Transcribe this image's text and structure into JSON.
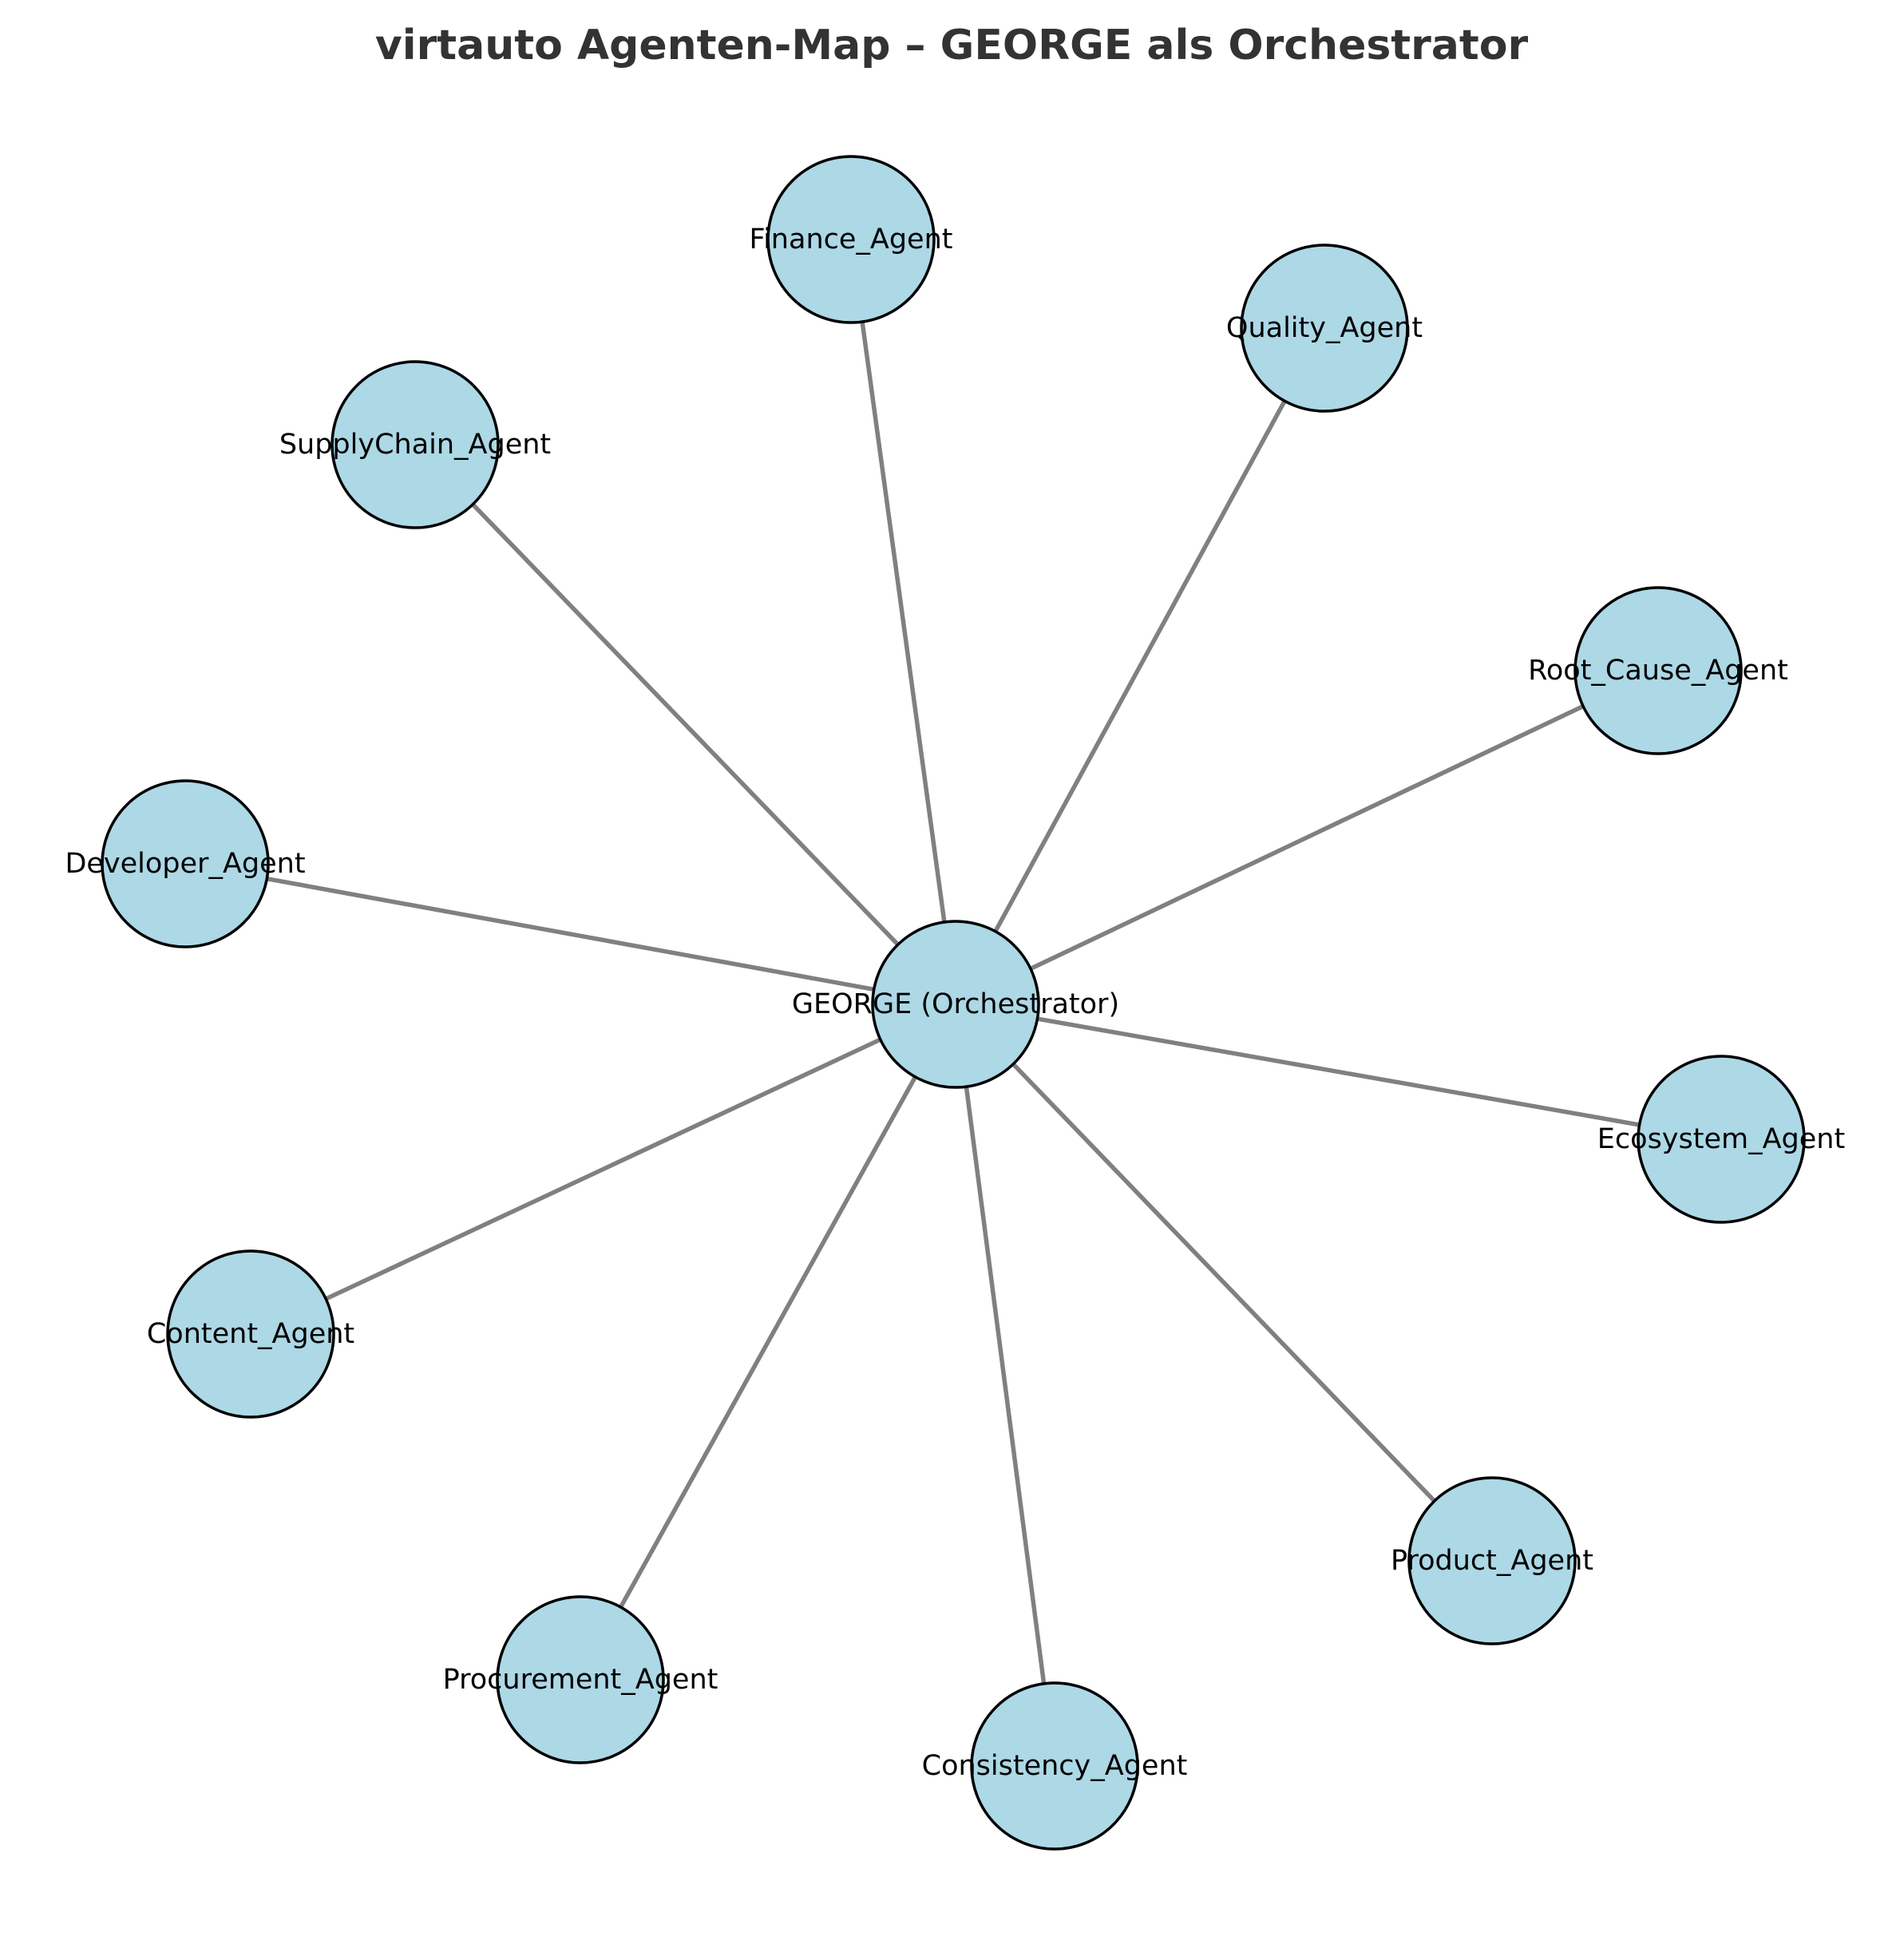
{
  "diagram": {
    "title": "virtauto Agenten-Map – GEORGE als Orchestrator",
    "center": {
      "id": "george",
      "label": "GEORGE (Orchestrator)"
    },
    "agents": [
      {
        "id": "finance",
        "label": "Finance_Agent"
      },
      {
        "id": "quality",
        "label": "Quality_Agent"
      },
      {
        "id": "supplychain",
        "label": "SupplyChain_Agent"
      },
      {
        "id": "rootcause",
        "label": "Root_Cause_Agent"
      },
      {
        "id": "developer",
        "label": "Developer_Agent"
      },
      {
        "id": "ecosystem",
        "label": "Ecosystem_Agent"
      },
      {
        "id": "content",
        "label": "Content_Agent"
      },
      {
        "id": "product",
        "label": "Product_Agent"
      },
      {
        "id": "procurement",
        "label": "Procurement_Agent"
      },
      {
        "id": "consistency",
        "label": "Consistency_Agent"
      }
    ],
    "edges": [
      [
        "george",
        "finance"
      ],
      [
        "george",
        "quality"
      ],
      [
        "george",
        "supplychain"
      ],
      [
        "george",
        "rootcause"
      ],
      [
        "george",
        "developer"
      ],
      [
        "george",
        "ecosystem"
      ],
      [
        "george",
        "content"
      ],
      [
        "george",
        "product"
      ],
      [
        "george",
        "procurement"
      ],
      [
        "george",
        "consistency"
      ]
    ],
    "colors": {
      "node_fill": "#add8e6",
      "node_stroke": "#000000",
      "edge": "#808080",
      "title": "#333333"
    }
  }
}
